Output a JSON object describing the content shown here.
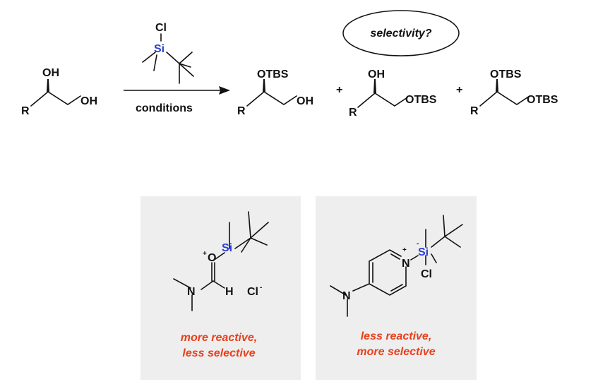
{
  "reaction": {
    "reagent": {
      "cl": "Cl",
      "si": "Si"
    },
    "conditions_label": "conditions",
    "question": "selectivity?",
    "starting_material": {
      "oh1": "OH",
      "oh2": "OH",
      "r": "R"
    },
    "products": [
      {
        "top": "OTBS",
        "right": "OH",
        "r": "R"
      },
      {
        "top": "OH",
        "right": "OTBS",
        "r": "R"
      },
      {
        "top": "OTBS",
        "right": "OTBS",
        "r": "R"
      }
    ],
    "plus": "+"
  },
  "intermediates": [
    {
      "o": "O",
      "plus": "+",
      "si": "Si",
      "n": "N",
      "h": "H",
      "cl": "Cl",
      "minus": "-",
      "caption": [
        "more reactive,",
        "less selective"
      ]
    },
    {
      "n_plus": "N",
      "plus": "+",
      "si": "Si",
      "minus": "-",
      "cl": "Cl",
      "n": "N",
      "caption": [
        "less reactive,",
        "more selective"
      ]
    }
  ],
  "colors": {
    "silicon": "#2a3fd6",
    "caption": "#e8401c",
    "panel": "#eeeeee"
  }
}
